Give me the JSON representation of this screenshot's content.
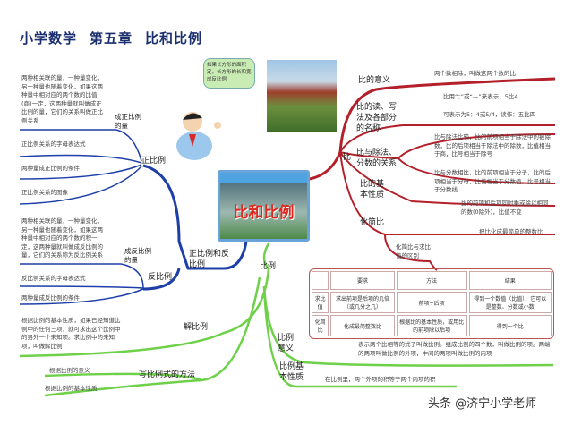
{
  "title": [
    "小学数学",
    "第五章",
    "比和比例"
  ],
  "center": "比和比例",
  "bubble": "如果长方形的面积一定，长方形的长和宽成反比例",
  "branches": {
    "zfb": {
      "label": "正比例和反比例",
      "zheng": {
        "label": "正比例",
        "items": [
          "两种相关联的量，一种量变化，另一种量也随着变化，如果这两种量中相对应的两个数的比值(商)一定，这两种量就叫做成正比例的量，它们的关系叫做正比例关系",
          "成正比例的量",
          "正比例关系的字母表达式",
          "两种量成正比例的条件",
          "正比例关系的图像"
        ]
      },
      "fan": {
        "label": "反比例",
        "items": [
          "两种相关联的量，一种量变化，另一种量也随着变化，如果这两种量中相对应的两个数的积一定，这两种量就叫做成反比例的量，它们的关系称为反比例关系",
          "成反比例的量",
          "反比例关系的字母表达式",
          "两种量成反比例的条件"
        ]
      }
    },
    "bili": {
      "label": "比例",
      "jie": {
        "label": "解比例",
        "text": "根据比例的基本性质，如果已经知道比例中的任何三项，就可求出这个比例中的另外一个未知项。求比例中的未知项，叫做解比例"
      },
      "xie": {
        "label": "写比例式的方法",
        "items": [
          "根据比例的意义",
          "根据比例的基本性质"
        ]
      },
      "yiyi": {
        "label": "比例意义",
        "text": "表示两个比相等的式子叫做比例。组成比例的四个数，叫做比例的项。两端的两项叫做比例的外项，中间的两项叫做比例的内项"
      },
      "xingzhi": {
        "label": "比例基本性质",
        "text": "在比例里，两个外项的积等于两个内项的积"
      }
    },
    "bi": {
      "label": "比",
      "yiyi": {
        "label": "比的意义",
        "text": "两个数相除，叫做这两个数的比"
      },
      "duxie": {
        "label": "比的读、写法及各部分的名称",
        "text1": "比用“：”或“—”来表示，5比4",
        "text2": "可表示为5：4或5/4，读作：五比四"
      },
      "guanxi": {
        "label": "比与除法、分数的关系",
        "text1": "比与除法比较，比的前项相当于除法中的被除数，比的后项相当于除法中的除数，比值相当于商，比号相当于除号",
        "text2": "比与分数相比，比的前项相当于分子，比的后项相当于分母，比值相当于分数值，比号相当于分数线"
      },
      "xingzhi": {
        "label": "比的基本性质",
        "text": "比的前项和后项同时乘或除以相同的数(0除外)，比值不变"
      },
      "huajian": {
        "label": "化简比",
        "text": "把比化成最简单的整数比"
      },
      "qubie": {
        "label": "化简比与求比值的区别"
      }
    }
  },
  "table": {
    "headers": [
      "",
      "要求",
      "方法",
      "结果"
    ],
    "rows": [
      [
        "求比值",
        "求出前项是后项的几倍（或几分之几）",
        "前项÷后项",
        "得到一个数值（比值），它可以是整数、分数或小数"
      ],
      [
        "化简比",
        "化成最简整数比",
        "根据比的基本性质，或用比的前项除以后项",
        "得到一个比"
      ]
    ]
  },
  "watermark": "头条 @济宁小学老师",
  "colors": {
    "title": "#1b2f6e",
    "blue_branch": "#1e3fa8",
    "red_branch": "#b3202a",
    "green_branch": "#6fd04a"
  }
}
